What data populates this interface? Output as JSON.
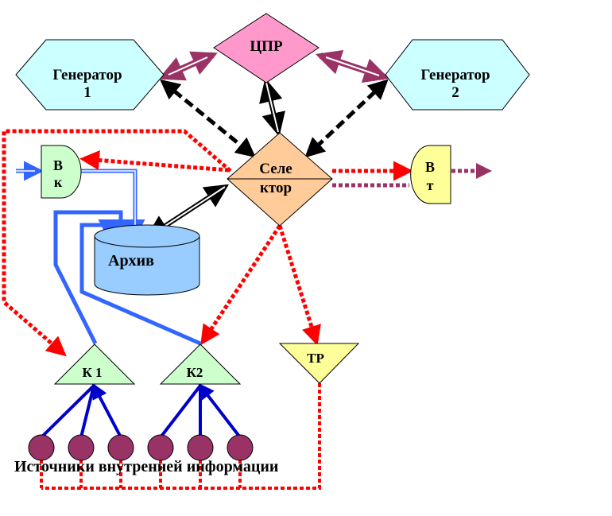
{
  "nodes": {
    "generator1": {
      "line1": "Генератор",
      "line2": "1"
    },
    "generator2": {
      "line1": "Генератор",
      "line2": "2"
    },
    "cpr": "ЦПР",
    "selector": {
      "line1": "Селе",
      "line2": "ктор"
    },
    "vk": {
      "line1": "В",
      "line2": "к"
    },
    "vt": {
      "line1": "В",
      "line2": "т"
    },
    "archive": "Архив",
    "k1": "К 1",
    "k2": "К2",
    "tr": "ТР"
  },
  "sources_caption": "Источники внутренней информации",
  "colors": {
    "hexagon": "#ccffff",
    "cpr": "#ff99cc",
    "selector": "#ffcc99",
    "vk": "#ccffcc",
    "vt": "#ffff99",
    "archive": "#99ccff",
    "triangle": "#ccffcc",
    "tr": "#ffff99",
    "source": "#993366",
    "red_dotted": "#ff0000",
    "blue": "#3366ff",
    "dark_blue": "#0000cc",
    "purple": "#993366",
    "black": "#000000"
  }
}
